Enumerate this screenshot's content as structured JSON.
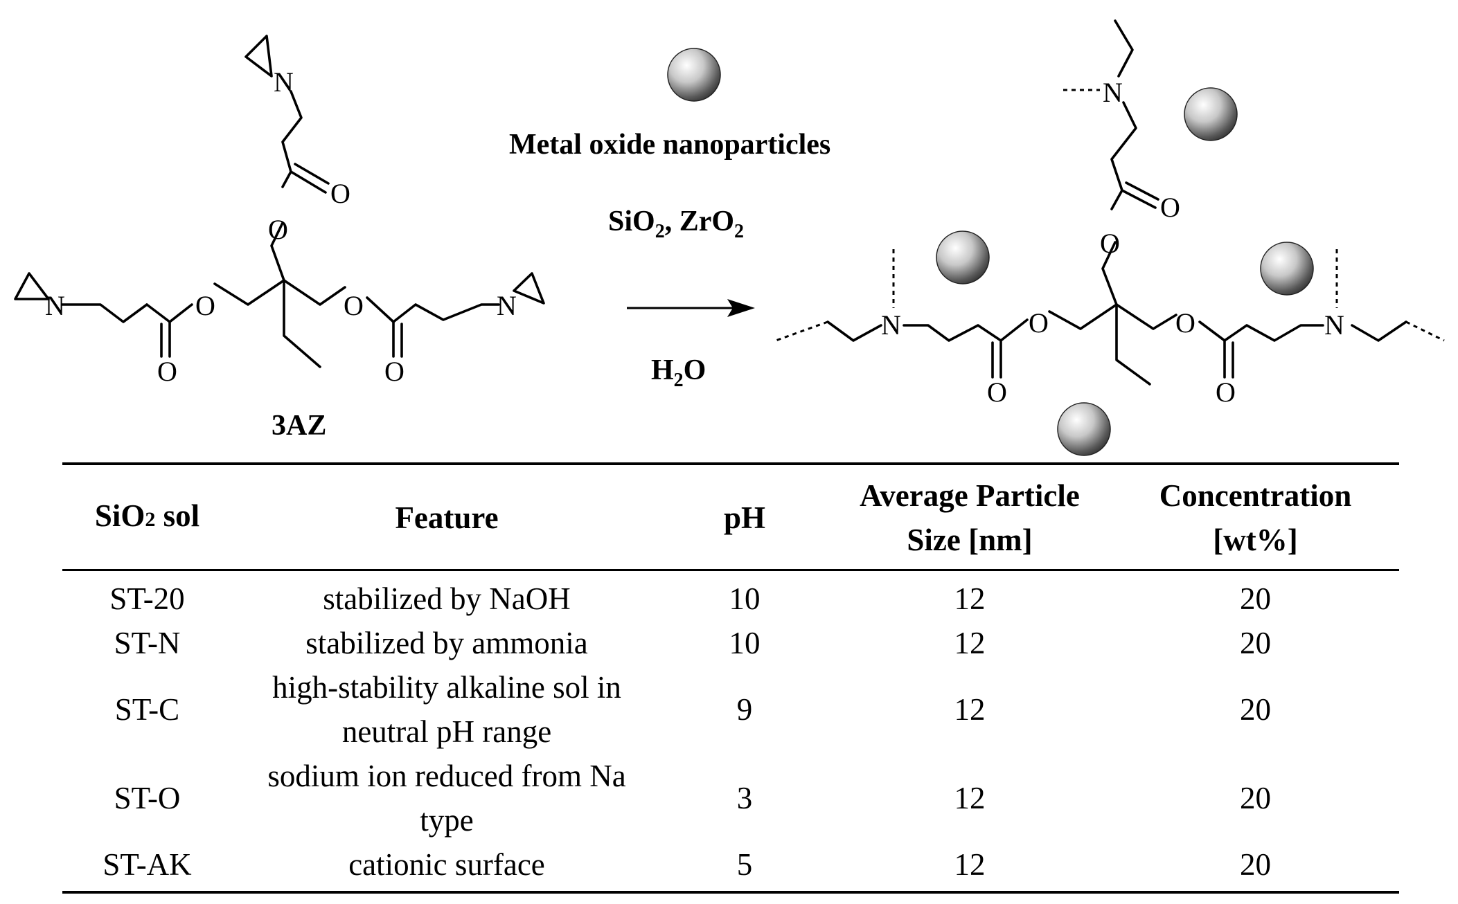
{
  "scheme": {
    "reactant_label": "3AZ",
    "reagent_line1": "Metal oxide nanoparticles",
    "reagent_line2_parts": [
      "SiO",
      "2",
      ", ZrO",
      "2"
    ],
    "solvent_parts": [
      "H",
      "2",
      "O"
    ],
    "atom_N": "N",
    "atom_O": "O"
  },
  "table": {
    "headers": [
      [
        "SiO",
        "2",
        " sol"
      ],
      [
        "Feature"
      ],
      [
        "pH"
      ],
      [
        "Average Particle",
        "Size [nm]"
      ],
      [
        "Concentration",
        "[wt%]"
      ]
    ],
    "rows": [
      {
        "sol": "ST-20",
        "feature": [
          "stabilized by NaOH"
        ],
        "ph": "10",
        "size": "12",
        "conc": "20"
      },
      {
        "sol": "ST-N",
        "feature": [
          "stabilized by ammonia"
        ],
        "ph": "10",
        "size": "12",
        "conc": "20"
      },
      {
        "sol": "ST-C",
        "feature": [
          "high-stability alkaline sol in",
          "neutral pH range"
        ],
        "ph": "9",
        "size": "12",
        "conc": "20"
      },
      {
        "sol": "ST-O",
        "feature": [
          "sodium ion reduced from Na",
          "type"
        ],
        "ph": "3",
        "size": "12",
        "conc": "20"
      },
      {
        "sol": "ST-AK",
        "feature": [
          "cationic surface"
        ],
        "ph": "5",
        "size": "12",
        "conc": "20"
      }
    ]
  }
}
